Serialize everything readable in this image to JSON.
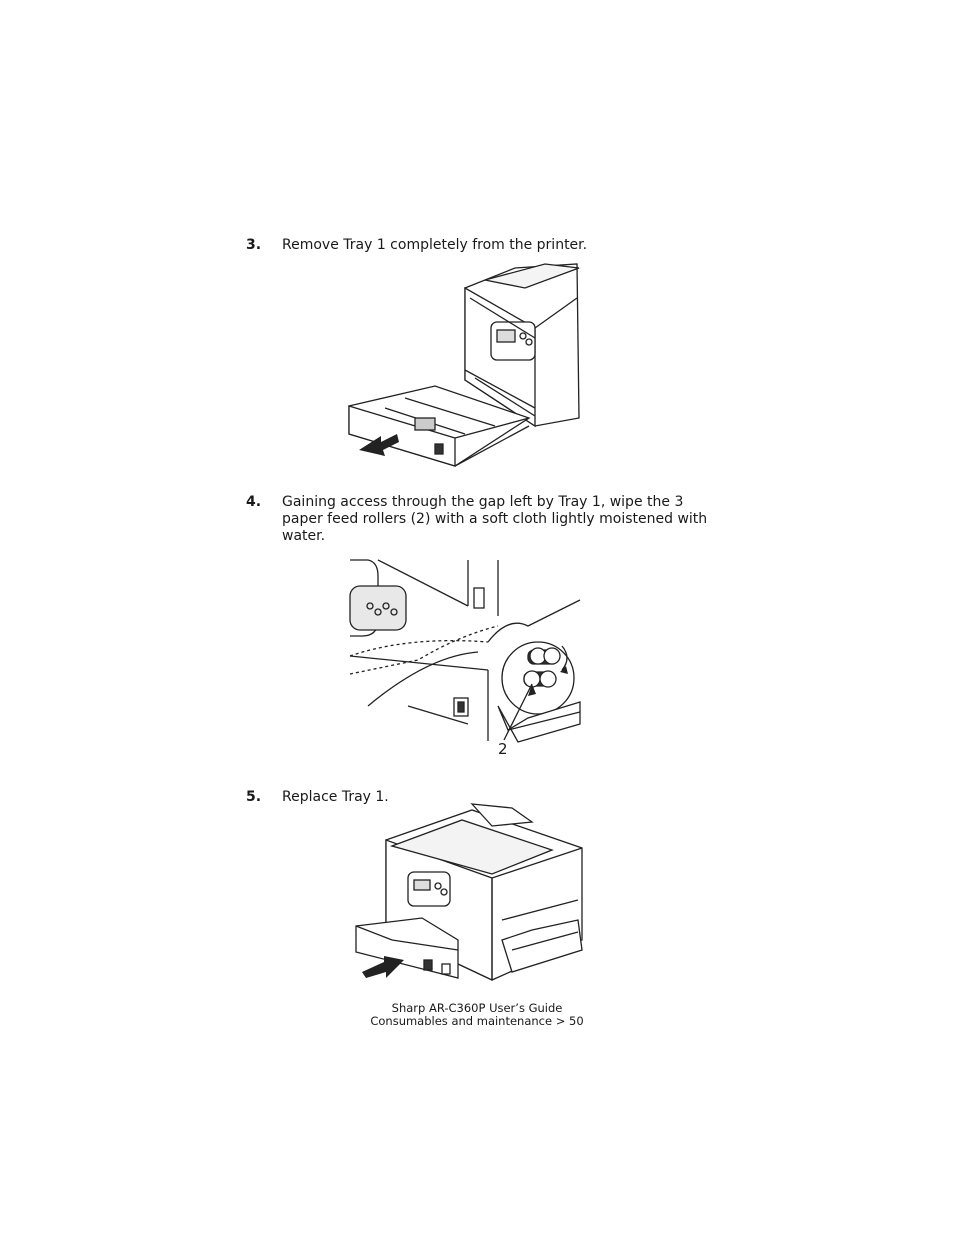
{
  "steps": [
    {
      "number": "3.",
      "text": "Remove Tray 1 completely from the printer."
    },
    {
      "number": "4.",
      "text": "Gaining access through the gap left by Tray 1, wipe the 3 paper feed rollers (2) with a soft cloth lightly moistened with water."
    },
    {
      "number": "5.",
      "text": "Replace Tray 1."
    }
  ],
  "figures": {
    "remove_tray": {
      "icon": "printer-tray-removal-illustration"
    },
    "rollers": {
      "icon": "feed-roller-cleaning-illustration",
      "callout": "2"
    },
    "replace_tray": {
      "icon": "printer-tray-insert-illustration"
    }
  },
  "footer": {
    "line1": "Sharp AR-C360P User’s Guide",
    "line2": "Consumables and maintenance > 50"
  }
}
